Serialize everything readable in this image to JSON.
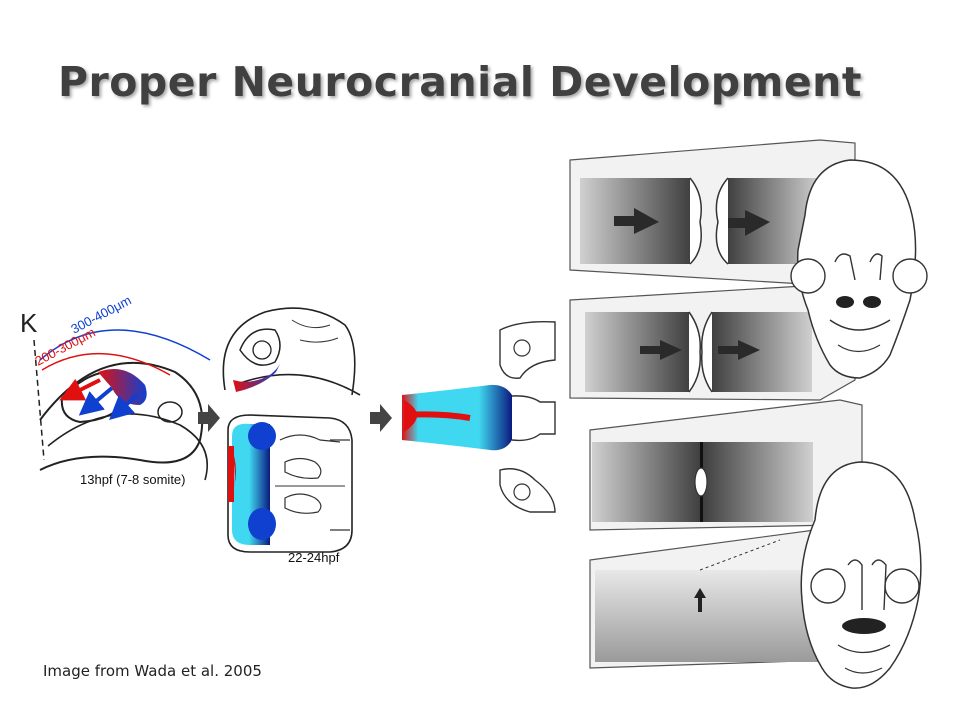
{
  "slide": {
    "title": "Proper Neurocranial Development",
    "caption": "Image from Wada et al. 2005"
  },
  "figure_left": {
    "panel_letter": "K",
    "label_300_400": "300-400μm",
    "label_200_300": "200-300μm",
    "stage_13hpf": "13hpf (7-8 somite)",
    "stage_22_24hpf": "22-24hpf"
  },
  "colors": {
    "title": "#404040",
    "red": "#e01010",
    "blue": "#1040d0",
    "dark_blue": "#0a1a80",
    "cyan": "#40d8f0"
  }
}
